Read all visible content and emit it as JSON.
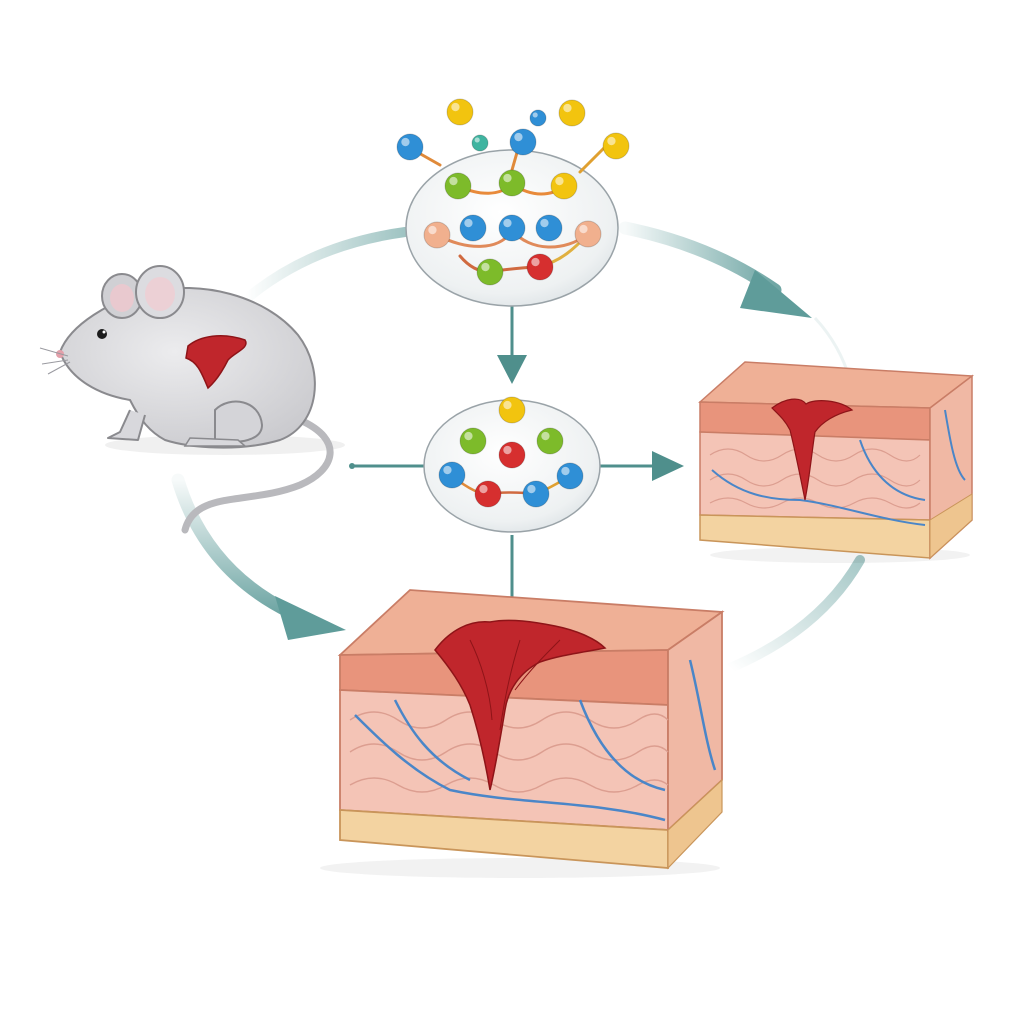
{
  "colors": {
    "cycle_arrow": "#5f9c9a",
    "connector": "#4f8f8c",
    "mouse_body": "#d6d6d8",
    "mouse_outline": "#8a8a8e",
    "wound": "#c0262c",
    "skin_top": "#eaa58c",
    "epidermis": "#f2b8a0",
    "dermis": "#f4c4b6",
    "fat_layer": "#f3d3a1",
    "vessel": "#4a86c8",
    "bubble_fill": "#eef1f2",
    "bubble_stroke": "#9aa3a8"
  },
  "molecules": {
    "palette": {
      "blue": "#2f8fd6",
      "green": "#7dbb2a",
      "yellow": "#f2c40f",
      "red": "#d62f2f",
      "peach": "#f1b08e",
      "teal": "#3fb4a0"
    },
    "top_cluster": [
      {
        "color": "yellow",
        "size": "large"
      },
      {
        "color": "blue",
        "size": "small"
      },
      {
        "color": "yellow",
        "size": "large"
      },
      {
        "color": "blue",
        "size": "large"
      },
      {
        "color": "teal",
        "size": "small"
      },
      {
        "color": "blue",
        "size": "large"
      },
      {
        "color": "yellow",
        "size": "large"
      },
      {
        "color": "green",
        "size": "large"
      },
      {
        "color": "green",
        "size": "large"
      },
      {
        "color": "yellow",
        "size": "large"
      },
      {
        "color": "peach",
        "size": "large"
      },
      {
        "color": "blue",
        "size": "large"
      },
      {
        "color": "blue",
        "size": "large"
      },
      {
        "color": "blue",
        "size": "large"
      },
      {
        "color": "peach",
        "size": "large"
      },
      {
        "color": "green",
        "size": "large"
      },
      {
        "color": "red",
        "size": "large"
      }
    ],
    "middle_cluster": [
      {
        "color": "yellow",
        "size": "large"
      },
      {
        "color": "green",
        "size": "large"
      },
      {
        "color": "red",
        "size": "large"
      },
      {
        "color": "green",
        "size": "large"
      },
      {
        "color": "blue",
        "size": "large"
      },
      {
        "color": "blue",
        "size": "large"
      },
      {
        "color": "red",
        "size": "large"
      },
      {
        "color": "blue",
        "size": "large"
      }
    ]
  },
  "nodes": [
    {
      "id": "mouse",
      "icon": "mouse-with-wound-icon"
    },
    {
      "id": "molecule-complex",
      "icon": "molecule-cluster-icon"
    },
    {
      "id": "molecule-capsule",
      "icon": "molecule-capsule-icon"
    },
    {
      "id": "skin-sample-small",
      "icon": "skin-cross-section-icon"
    },
    {
      "id": "skin-sample-large",
      "icon": "skin-cross-section-icon"
    }
  ]
}
